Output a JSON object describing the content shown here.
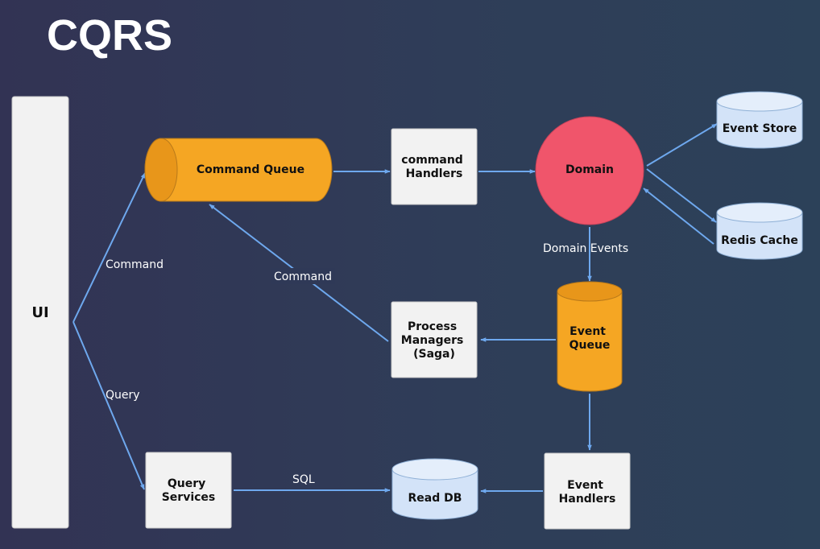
{
  "title": "CQRS",
  "colors": {
    "edge": "#6ea8ee",
    "box_fill": "#f2f2f2",
    "queue_orange": "#f5a623",
    "domain_red": "#f0556b",
    "db_blue": "#d3e3f8"
  },
  "nodes": {
    "ui": "UI",
    "command_queue": "Command Queue",
    "command_handlers": [
      "command",
      "Handlers"
    ],
    "domain": "Domain",
    "event_store": "Event Store",
    "redis_cache": "Redis Cache",
    "process_managers": [
      "Process",
      "Managers",
      "(Saga)"
    ],
    "event_queue": [
      "Event",
      "Queue"
    ],
    "query_services": [
      "Query",
      "Services"
    ],
    "read_db": "Read DB",
    "event_handlers": [
      "Event",
      "Handlers"
    ]
  },
  "edges": {
    "ui_command": "Command",
    "ui_query": "Query",
    "saga_command": "Command",
    "domain_events": "Domain Events",
    "sql": "SQL"
  }
}
